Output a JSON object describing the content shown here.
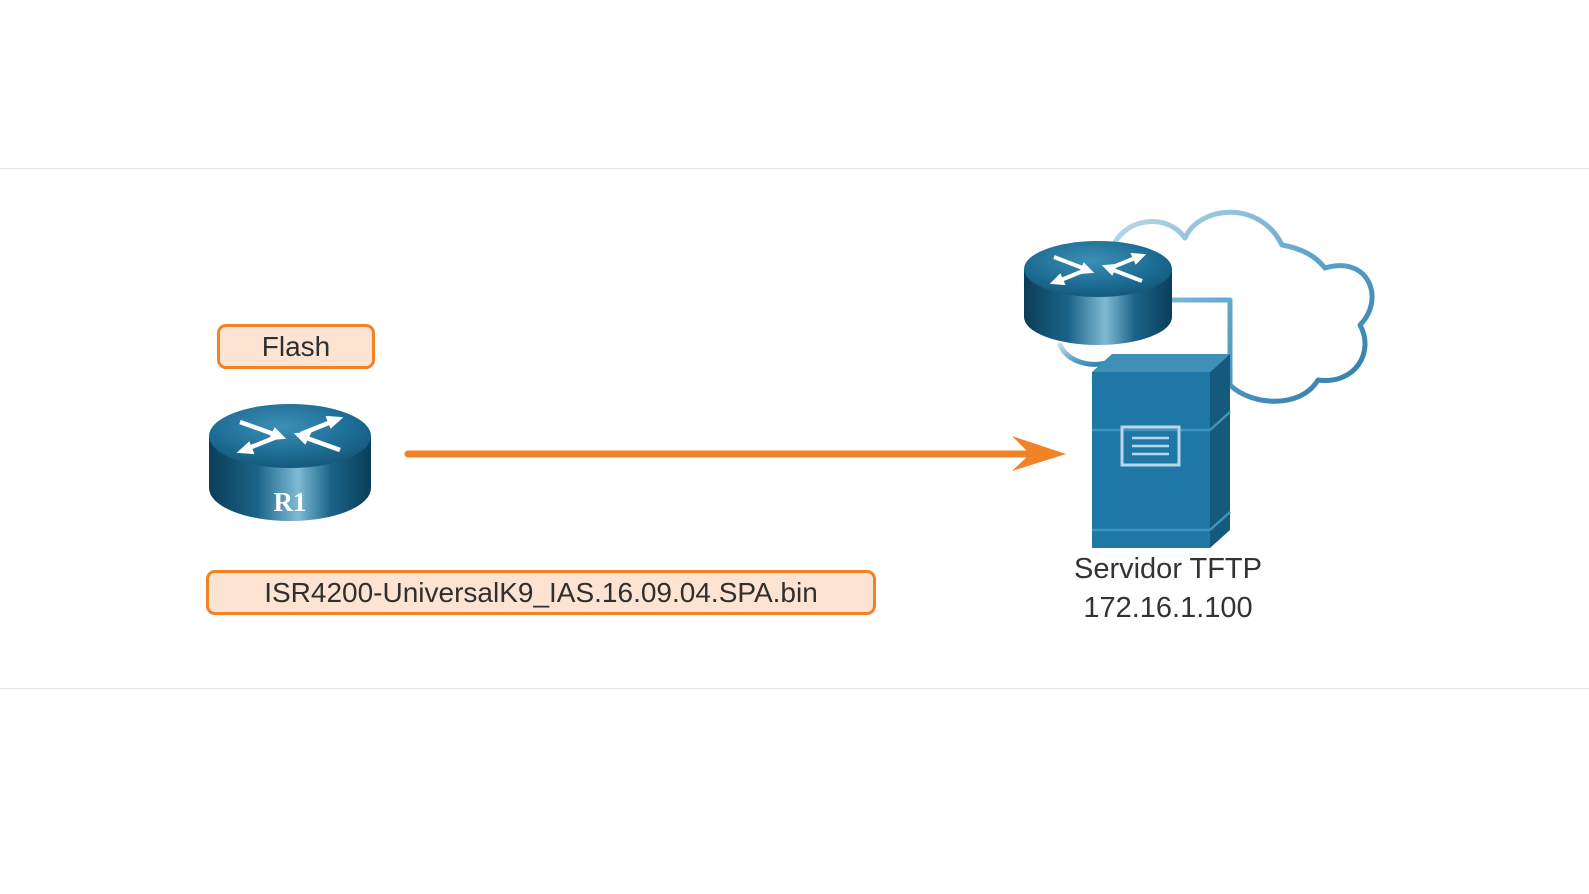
{
  "labels": {
    "flash": "Flash",
    "router": "R1",
    "image_file": "ISR4200-UniversalK9_IAS.16.09.04.SPA.bin",
    "server_name": "Servidor TFTP",
    "server_ip": "172.16.1.100"
  },
  "icons": {
    "router": "router-icon",
    "remote_router": "router-icon",
    "server": "server-icon",
    "cloud": "cloud-icon",
    "transfer": "arrow-right-icon"
  },
  "colors": {
    "accent": "#f08326",
    "label_fill": "#fde4d2",
    "device_blue": "#1d6f96",
    "cloud_stroke": "#4a93bf"
  }
}
